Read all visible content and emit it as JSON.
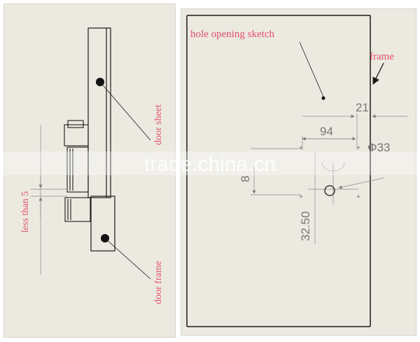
{
  "left_diagram": {
    "labels": {
      "door_sheet": "door sheet",
      "door_frame": "door frame",
      "less_than": "less than 5"
    }
  },
  "right_diagram": {
    "labels": {
      "title": "hole opening sketch",
      "frame": "frame"
    },
    "dimensions": {
      "d21": "21",
      "d94": "94",
      "phi33": "Φ33",
      "d8": "8",
      "d32_50": "32.50"
    }
  },
  "watermark": "trade.china.cn",
  "colors": {
    "label_red": "#e0526a",
    "line_black": "#1a1a1a",
    "dimension_gray": "#777777",
    "panel_bg": "#ece9e0"
  }
}
